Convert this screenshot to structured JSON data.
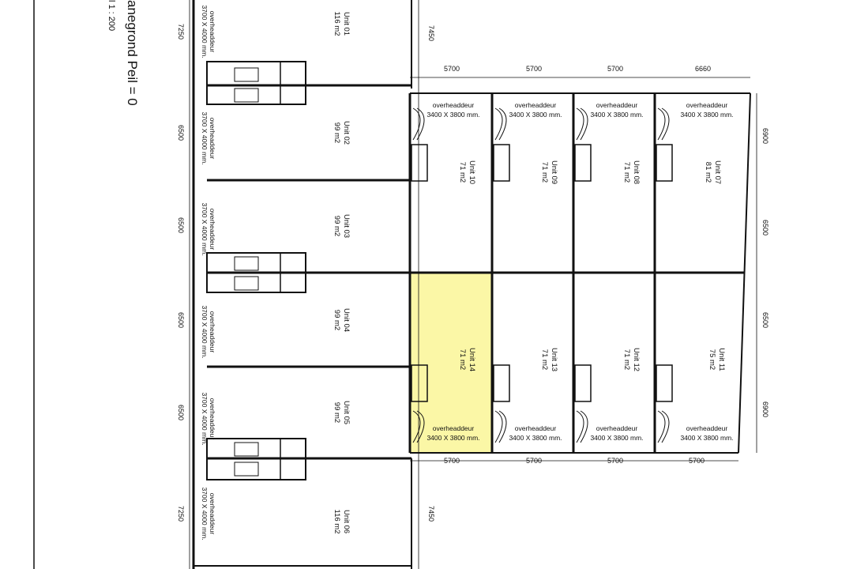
{
  "title": {
    "main": "anegrond Peil = 0",
    "scale": "l 1 : 200"
  },
  "door_labels": {
    "west_line1": "overheaddeur",
    "west_line2": "3700 X 4000 mm.",
    "east_line1": "overheaddeur",
    "east_line2": "3400 X 3800 mm."
  },
  "units": [
    {
      "id": "u01",
      "name": "Unit 01",
      "area": "116 m2"
    },
    {
      "id": "u02",
      "name": "Unit 02",
      "area": "99 m2"
    },
    {
      "id": "u03",
      "name": "Unit 03",
      "area": "99 m2"
    },
    {
      "id": "u04",
      "name": "Unit 04",
      "area": "99 m2"
    },
    {
      "id": "u05",
      "name": "Unit 05",
      "area": "99 m2"
    },
    {
      "id": "u06",
      "name": "Unit 06",
      "area": "116 m2"
    },
    {
      "id": "u07",
      "name": "Unit 07",
      "area": "81 m2"
    },
    {
      "id": "u08",
      "name": "Unit 08",
      "area": "71 m2"
    },
    {
      "id": "u09",
      "name": "Unit 09",
      "area": "71 m2"
    },
    {
      "id": "u10",
      "name": "Unit 10",
      "area": "71 m2"
    },
    {
      "id": "u11",
      "name": "Unit 11",
      "area": "75 m2"
    },
    {
      "id": "u12",
      "name": "Unit 12",
      "area": "71 m2"
    },
    {
      "id": "u13",
      "name": "Unit 13",
      "area": "71 m2"
    },
    {
      "id": "u14",
      "name": "Unit 14",
      "area": "71 m2",
      "highlighted": true
    }
  ],
  "dimensions": {
    "left": [
      "7250",
      "6500",
      "6500",
      "6500",
      "6500",
      "7250"
    ],
    "middle": [
      "7450",
      "7450"
    ],
    "top": [
      "5700",
      "5700",
      "5700",
      "6660"
    ],
    "bottom": [
      "5700",
      "5700",
      "5700",
      "5700"
    ],
    "right": [
      "6900",
      "6500",
      "6500",
      "6900"
    ]
  },
  "colors": {
    "highlight_fill": "#fbf7a6",
    "highlight_stroke": "#d9cf3c",
    "line": "#111111"
  }
}
